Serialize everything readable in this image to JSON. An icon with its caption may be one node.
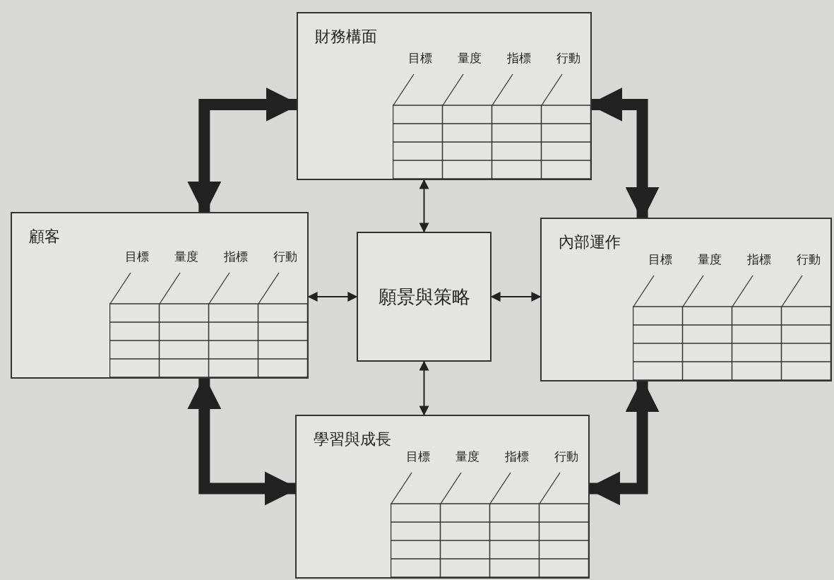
{
  "diagram": {
    "nodes": [
      {
        "text": [
          "財務構面",
          "目標",
          "量度",
          "指標",
          "行動"
        ]
      },
      {
        "text": [
          "顧客",
          "目標",
          "量度",
          "指標",
          "行動"
        ]
      },
      {
        "text": [
          "願景與策略"
        ]
      },
      {
        "text": [
          "內部運作",
          "目標",
          "量度",
          "指標",
          "行動"
        ]
      },
      {
        "text": [
          "學習與成長",
          "目標",
          "量度",
          "指標",
          "行動"
        ]
      }
    ],
    "edges": [
      {
        "from": 0,
        "to": 2,
        "arrow": "both"
      },
      {
        "from": 1,
        "to": 2,
        "arrow": "both"
      },
      {
        "from": 2,
        "to": 3,
        "arrow": "both"
      },
      {
        "from": 2,
        "to": 4,
        "arrow": "both"
      },
      {
        "from": 1,
        "to": 0,
        "arrow": "both",
        "style": "thick"
      },
      {
        "from": 0,
        "to": 3,
        "arrow": "both",
        "style": "thick"
      },
      {
        "from": 1,
        "to": 4,
        "arrow": "both",
        "style": "thick"
      },
      {
        "from": 4,
        "to": 3,
        "arrow": "both",
        "style": "thick"
      }
    ]
  }
}
